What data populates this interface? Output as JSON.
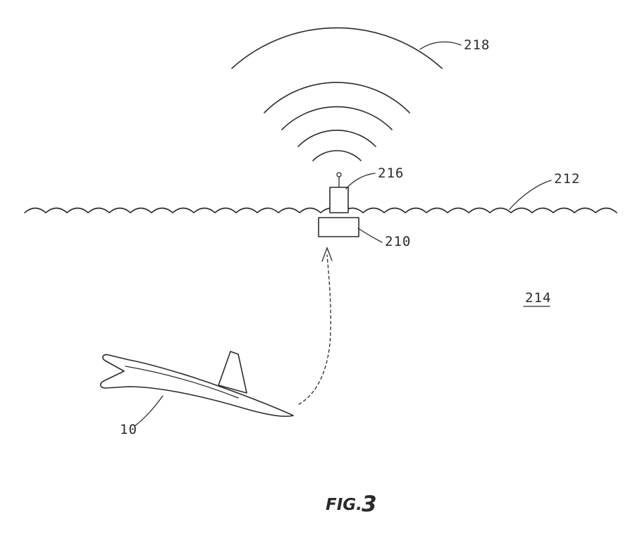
{
  "figure": {
    "caption": {
      "prefix": "FIG.",
      "number": "3"
    },
    "labels": {
      "radio_waves": "218",
      "transmitter": "216",
      "water_surface": "212",
      "float_unit": "210",
      "water_body": "214",
      "vehicle": "10"
    },
    "colors": {
      "ink": "#2b2b2b",
      "background": "#ffffff"
    }
  }
}
